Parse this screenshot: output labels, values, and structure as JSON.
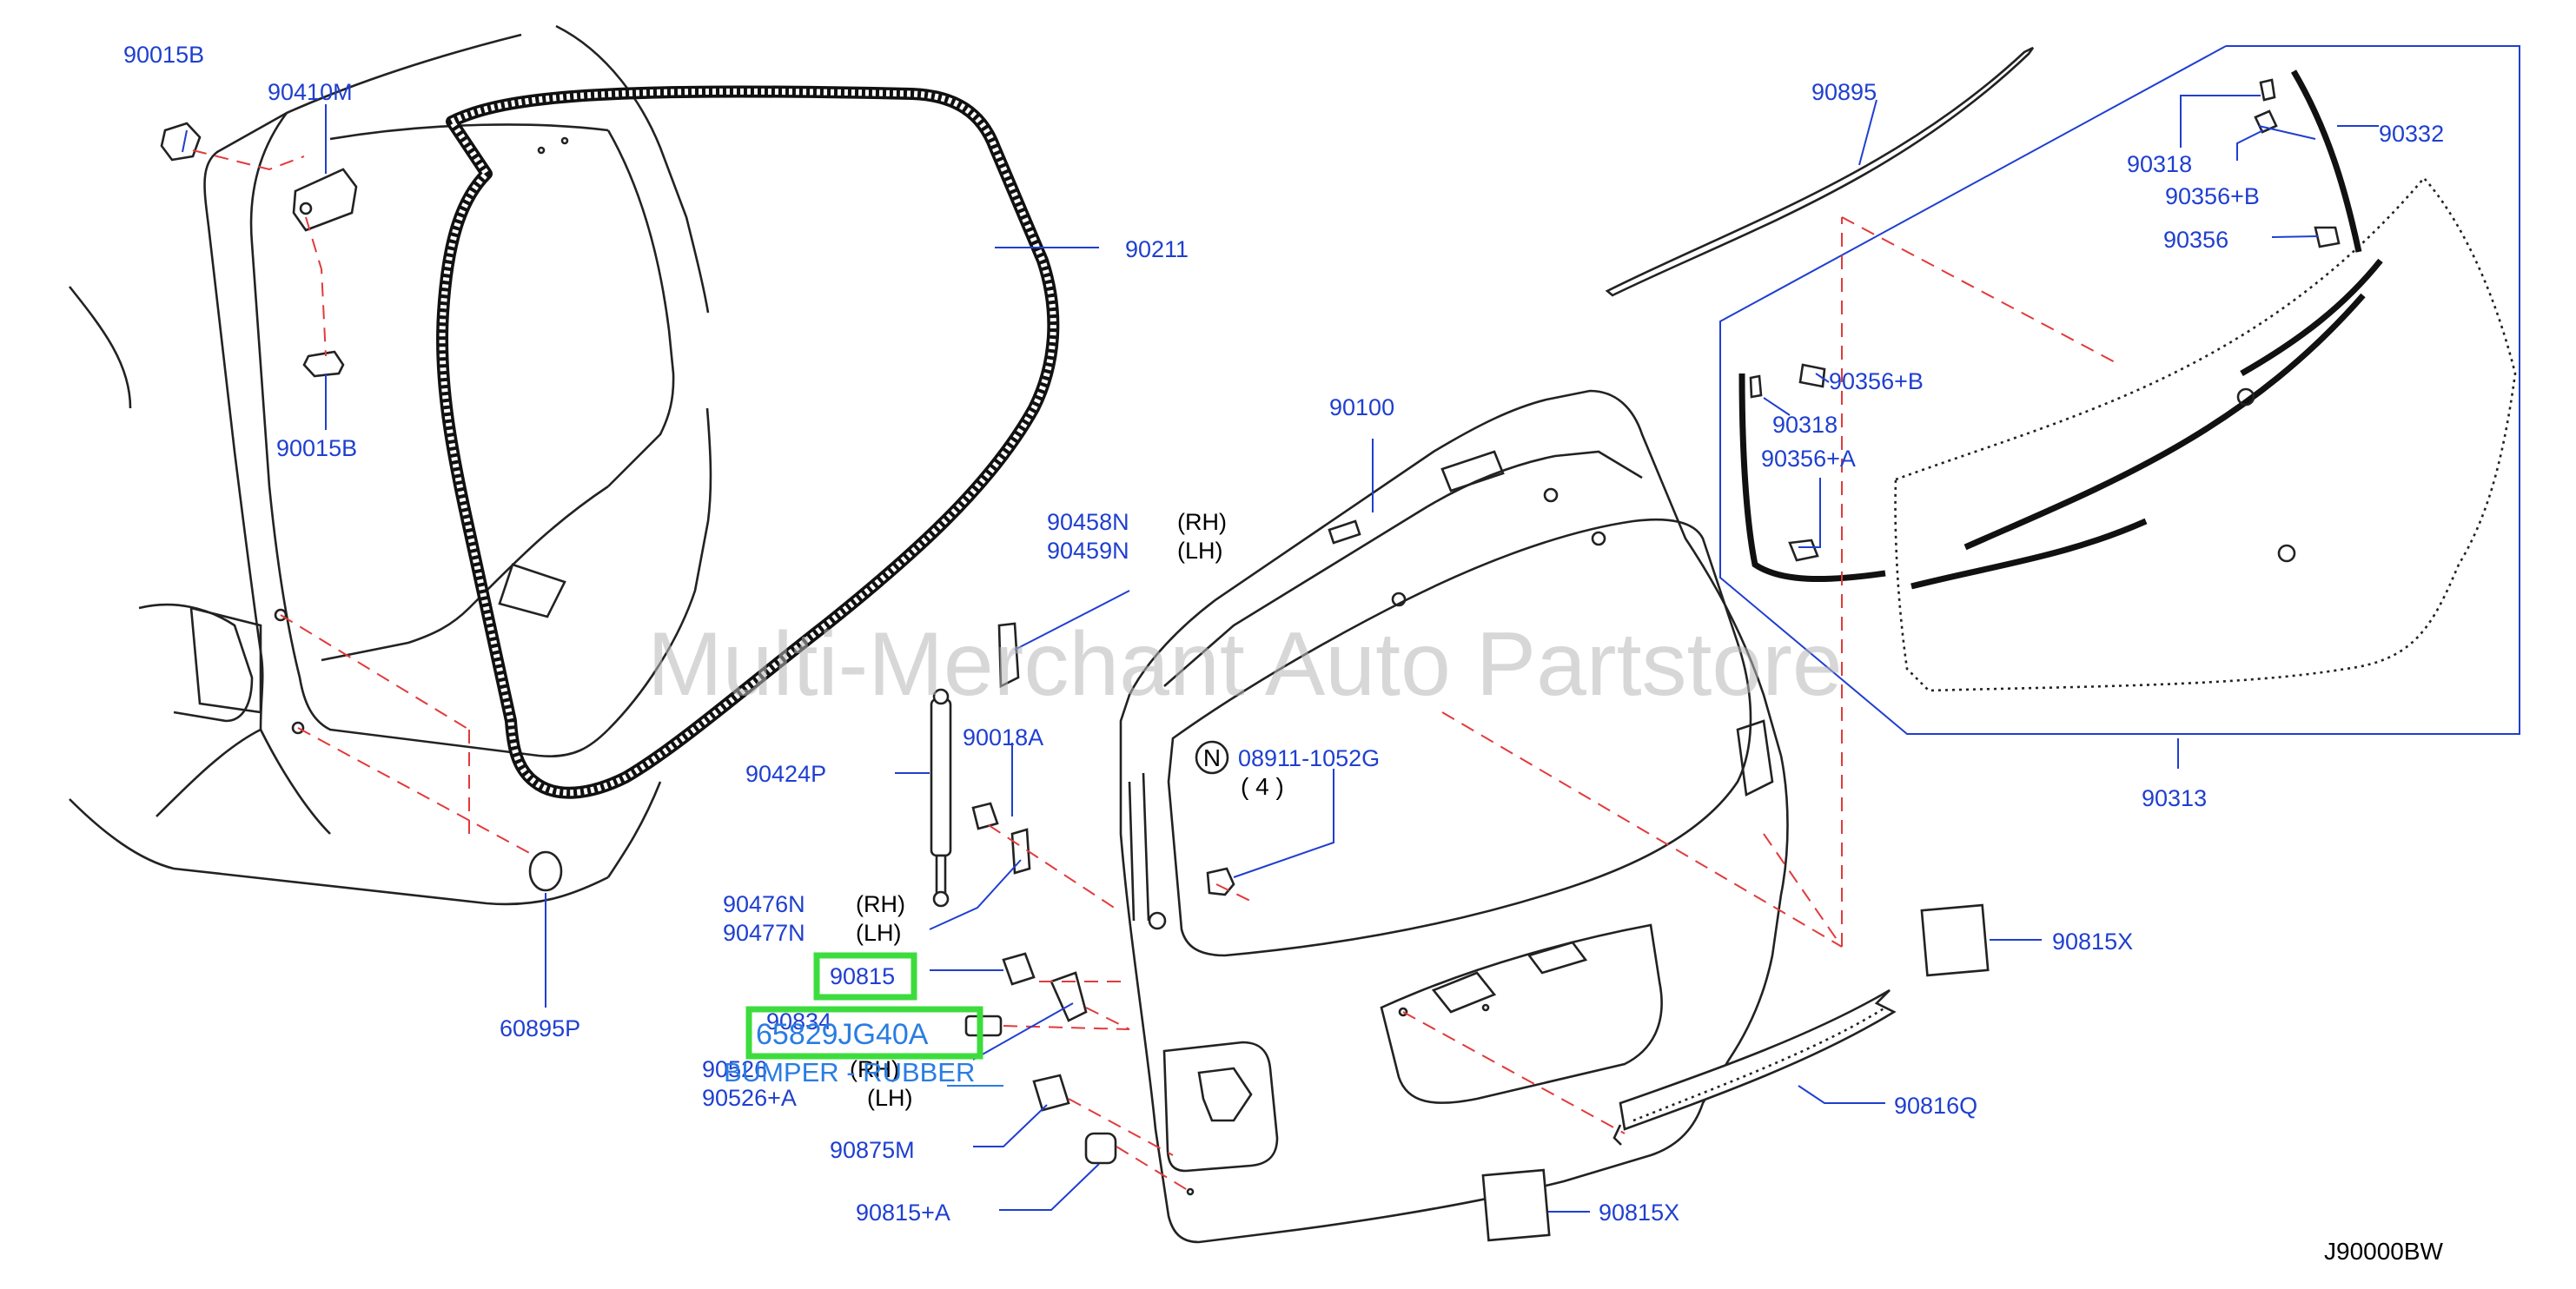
{
  "labels": {
    "p90015B_top": "90015B",
    "p90410M": "90410M",
    "p90015B_bottom": "90015B",
    "p90211": "90211",
    "p90100": "90100",
    "p90458N": "90458N",
    "p90459N": "90459N",
    "rh_1": "(RH)",
    "lh_1": "(LH)",
    "p90018A": "90018A",
    "p90424P": "90424P",
    "p90476N": "90476N",
    "p90477N": "90477N",
    "rh_2": "(RH)",
    "lh_2": "(LH)",
    "p90815": "90815",
    "p90834": "90834",
    "p90526": "90526",
    "rh_3": "(RH)",
    "p90526A": "90526+A",
    "lh_3": "(LH)",
    "p90875M": "90875M",
    "p90815A": "90815+A",
    "p60895P": "60895P",
    "p08911": "08911-1052G",
    "qty": "( 4 )",
    "n_mark": "N",
    "p90895": "90895",
    "p90318_top": "90318",
    "p90332": "90332",
    "p90356B_top": "90356+B",
    "p90356": "90356",
    "p90356B_mid": "90356+B",
    "p90318_mid": "90318",
    "p90356A": "90356+A",
    "p90313": "90313",
    "p90815X_right": "90815X",
    "p90816Q": "90816Q",
    "p90815X_bottom": "90815X",
    "diagram_code": "J90000BW"
  },
  "highlight": {
    "part_number": "65829JG40A",
    "description": "BUMPER - RUBBER",
    "box_color": "#3ddc3d",
    "text_color": "#2a7de0"
  },
  "watermark": "Multi-Merchant Auto Partstore",
  "colors": {
    "label_blue": "#1f3fd0",
    "dash_red": "#e23a3a",
    "line_black": "#222222"
  }
}
